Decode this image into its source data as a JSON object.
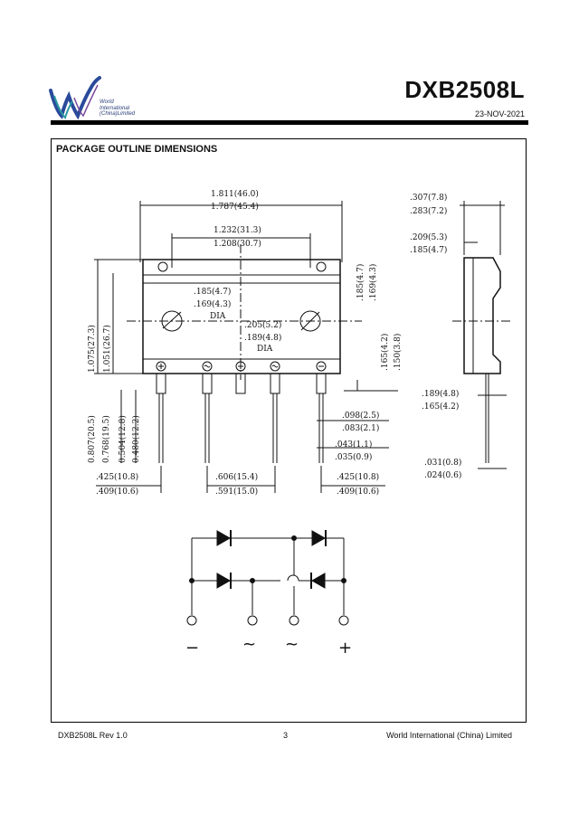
{
  "header": {
    "logo_lines": [
      "World",
      "International",
      "(China)Limited"
    ],
    "part_number": "DXB2508L",
    "date": "23-NOV-2021"
  },
  "section_title": "PACKAGE OUTLINE DIMENSIONS",
  "dims": {
    "total_width_max": "1.811(46.0)",
    "total_width_min": "1.787(45.4)",
    "hole_spacing_max": "1.232(31.3)",
    "hole_spacing_min": "1.208(30.7)",
    "thickness_max": ".307(7.8)",
    "thickness_min": ".283(7.2)",
    "step_max": ".209(5.3)",
    "step_min": ".185(4.7)",
    "hole_dia_max": ".185(4.7)",
    "hole_dia_min": ".169(4.3)",
    "dia_label": "DIA",
    "hole_top_max": ".185(4.7)",
    "hole_top_min": ".169(4.3)",
    "small_dia_max": ".205(5.2)",
    "small_dia_min": ".189(4.8)",
    "body_height_max": "1.075(27.3)",
    "body_height_min": "1.051(26.7)",
    "tab_height_max": ".165(4.2)",
    "tab_height_min": ".150(3.8)",
    "lead_len_max": "0.807(20.5)",
    "lead_len_min": "0.768(19.5)",
    "lead_len2_max": "0.504(12.8)",
    "lead_len2_min": "0.480(12.2)",
    "lead_w_max": ".098(2.5)",
    "lead_w_min": ".083(2.1)",
    "lead_t_max": ".043(1.1)",
    "lead_t_min": ".035(0.9)",
    "side_lead_max": ".189(4.8)",
    "side_lead_min": ".165(4.2)",
    "side_thick_max": ".031(0.8)",
    "side_thick_min": ".024(0.6)",
    "end_pitch_max": ".425(10.8)",
    "end_pitch_min": ".409(10.6)",
    "mid_pitch_max": ".606(15.4)",
    "mid_pitch_min": ".591(15.0)"
  },
  "terminal_labels": [
    "−",
    "~",
    "~",
    "+"
  ],
  "footer": {
    "left": "DXB2508L Rev 1.0",
    "page": "3",
    "right": "World International (China) Limited"
  },
  "colors": {
    "logo_blue": "#2a4a9a",
    "logo_teal": "#2a9aa0",
    "text": "#111111"
  }
}
